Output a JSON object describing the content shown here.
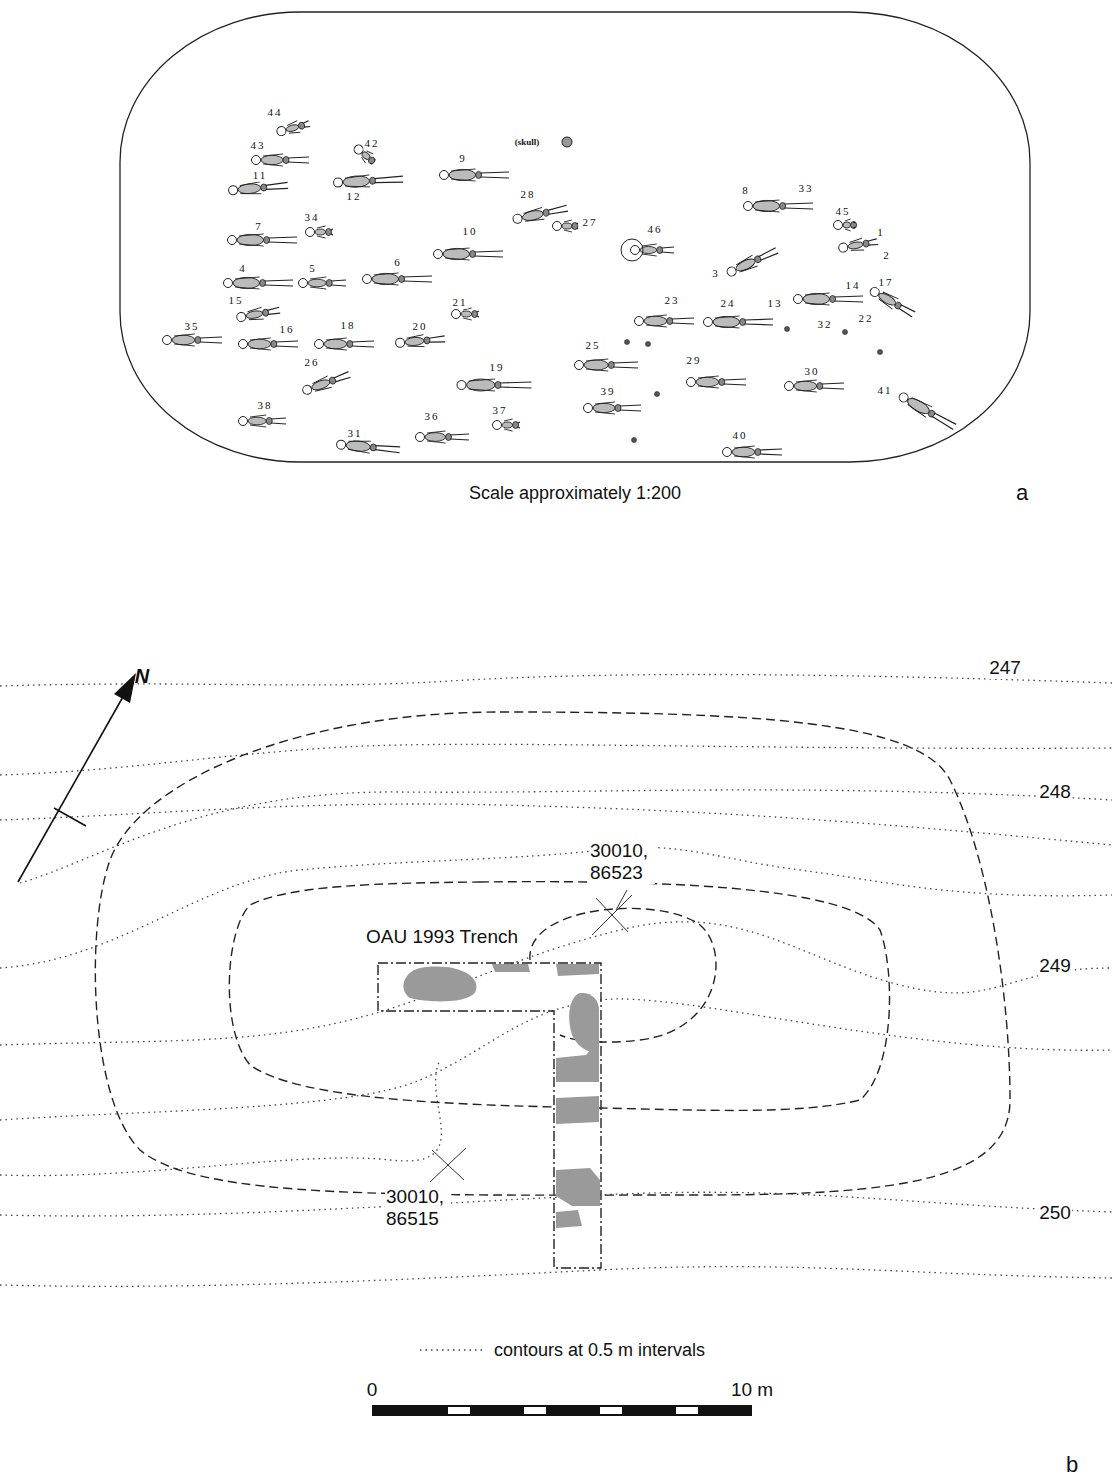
{
  "diagram": {
    "labels": [
      "44",
      "43",
      "42",
      "9",
      "11",
      "12",
      "28",
      "27",
      "8",
      "33",
      "45",
      "34",
      "7",
      "10",
      "46",
      "1",
      "2",
      "3",
      "4",
      "5",
      "6",
      "21",
      "23",
      "24",
      "13",
      "14",
      "17",
      "15",
      "35",
      "16",
      "18",
      "20",
      "32",
      "22",
      "25",
      "26",
      "19",
      "29",
      "30",
      "41",
      "37",
      "38",
      "39",
      "36",
      "31",
      "40",
      "(skull)",
      "Scale approximately 1:200",
      "a",
      "N",
      "247",
      "248",
      "249",
      "250",
      "30010, 86523",
      "OAU 1993 Trench",
      "30010, 86515",
      "0",
      "10 m",
      "b"
    ],
    "legend": [
      {
        "text": "contours at 0.5 m intervals"
      }
    ]
  }
}
